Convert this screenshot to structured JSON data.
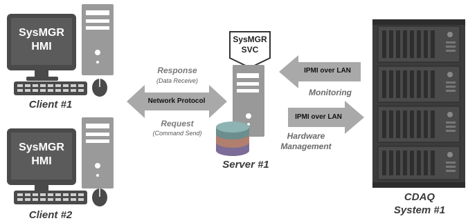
{
  "clients": [
    {
      "screen_line1": "SysMGR",
      "screen_line2": "HMI",
      "label": "Client #1"
    },
    {
      "screen_line1": "SysMGR",
      "screen_line2": "HMI",
      "label": "Client #2"
    }
  ],
  "server": {
    "svc_line1": "SysMGR",
    "svc_line2": "SVC",
    "label": "Server #1"
  },
  "network": {
    "arrow_label": "Network Protocol",
    "response_title": "Response",
    "response_sub": "(Data Receive)",
    "request_title": "Request",
    "request_sub": "(Command Send)"
  },
  "ipmi": {
    "monitoring_arrow": "IPMI over LAN",
    "monitoring_label": "Monitoring",
    "management_arrow": "IPMI over LAN",
    "management_line1": "Hardware",
    "management_line2": "Management"
  },
  "cdaq": {
    "line1": "CDAQ",
    "line2": "System #1"
  },
  "colors": {
    "dark": "#3d3d3d",
    "mid": "#8a8a8a",
    "light": "#b9b9b9",
    "arrow": "#a9a9a9",
    "db_top": "#6b8e8e",
    "db_mid": "#b07f6e",
    "db_bot": "#7b6c98"
  }
}
